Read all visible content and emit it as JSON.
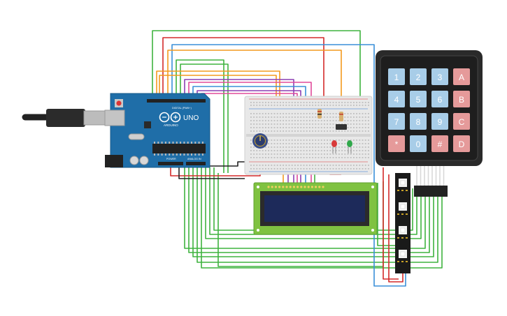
{
  "arduino": {
    "brand": "ARDUINO",
    "model": "UNO",
    "digital_label": "DIGITAL (PWM~)",
    "power_label": "POWER",
    "analog_label": "ANALOG IN",
    "colors": {
      "board": "#1f6ea8",
      "usb": "#b8b8b8",
      "chip": "#222222"
    }
  },
  "keypad": {
    "keys": [
      [
        "1",
        "2",
        "3",
        "A"
      ],
      [
        "4",
        "5",
        "6",
        "B"
      ],
      [
        "7",
        "8",
        "9",
        "C"
      ],
      [
        "*",
        "0",
        "#",
        "D"
      ]
    ],
    "colors": {
      "body": "#2a2a2a",
      "number_key": "#a8cde8",
      "letter_key": "#e59a9a",
      "frame": "#3a3a3a"
    }
  },
  "breadboard": {
    "colors": {
      "body": "#e8e8e8",
      "hole": "#bdbdbd"
    }
  },
  "lcd": {
    "colors": {
      "pcb": "#7fc241",
      "screen": "#1d2a5a",
      "bezel": "#2b2b2b"
    }
  },
  "led_strip": {
    "colors": {
      "strip": "#1a1a1a",
      "led": "#f2f2f2"
    }
  },
  "leds": {
    "colors": {
      "red": "#d83a3a",
      "green": "#2fa84a"
    }
  },
  "wire_colors": {
    "green": "#3fb33f",
    "red": "#d42a2a",
    "orange": "#f39a1e",
    "blue": "#3a8fd8",
    "purple": "#8b3fb3",
    "pink": "#e04a9a",
    "black": "#222222"
  }
}
